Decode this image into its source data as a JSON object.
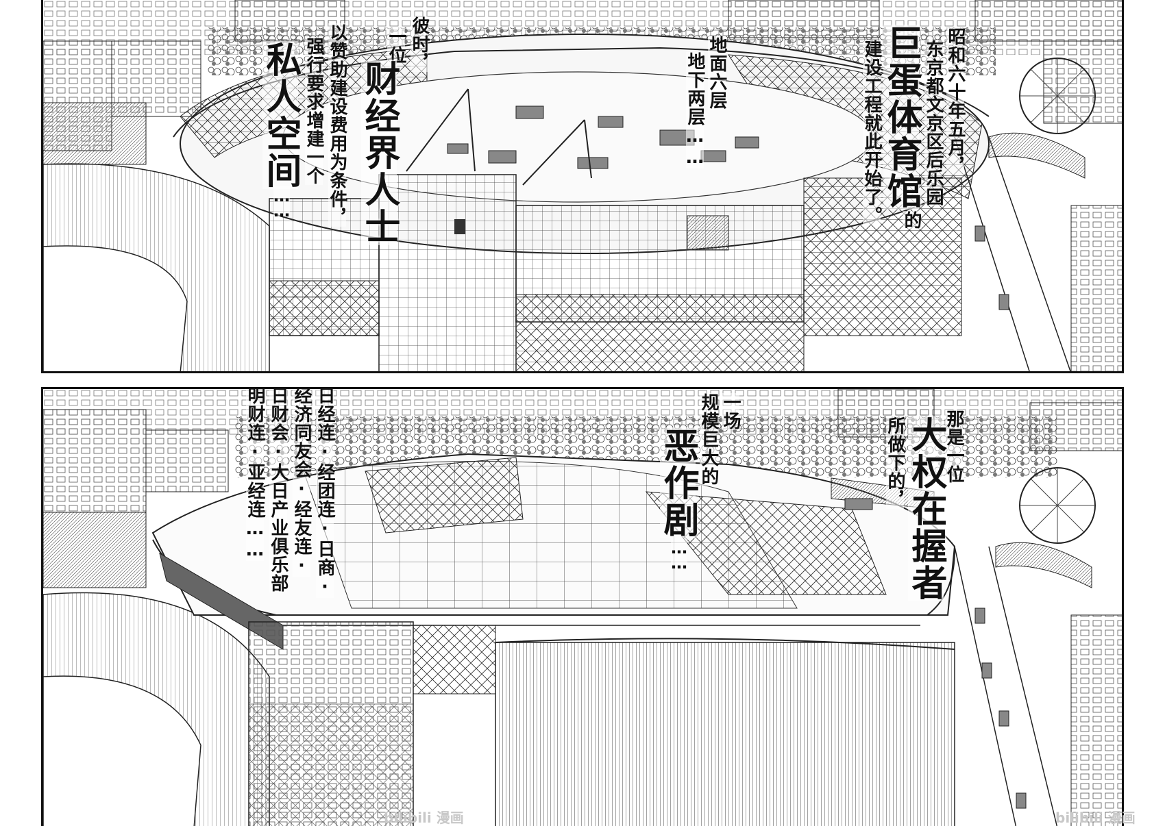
{
  "top_panel": {
    "caption_1": "昭和六十年五月，",
    "caption_2": "东京都文京区后乐园",
    "caption_3_big": "巨蛋体育馆",
    "caption_4": "的",
    "caption_5": "建设工程就此开始了。",
    "caption_6": "地面六层",
    "caption_7": "地下两层……",
    "caption_8": "彼时，",
    "caption_9": "一位",
    "caption_10_big": "财经界人士",
    "caption_11": "以赞助建设费用为条件，",
    "caption_12": "强行要求增建一个",
    "caption_13_big": "私人空间",
    "caption_14": "……"
  },
  "bottom_panel": {
    "caption_1": "那是一位",
    "caption_2_big": "大权在握者",
    "caption_3": "所做下的，",
    "caption_4": "一场",
    "caption_5": "规模巨大的",
    "caption_6_big": "恶作剧",
    "caption_7": "……",
    "caption_8": "日经连·经团连·日商·",
    "caption_9": "经济同友会·经友连·",
    "caption_10": "日财会·大日产业俱乐部",
    "caption_11": "明财连·亚经连……"
  },
  "watermarks": {
    "bottom_left": "bilibili 漫画",
    "bottom_right": "bilibili 漫画"
  }
}
